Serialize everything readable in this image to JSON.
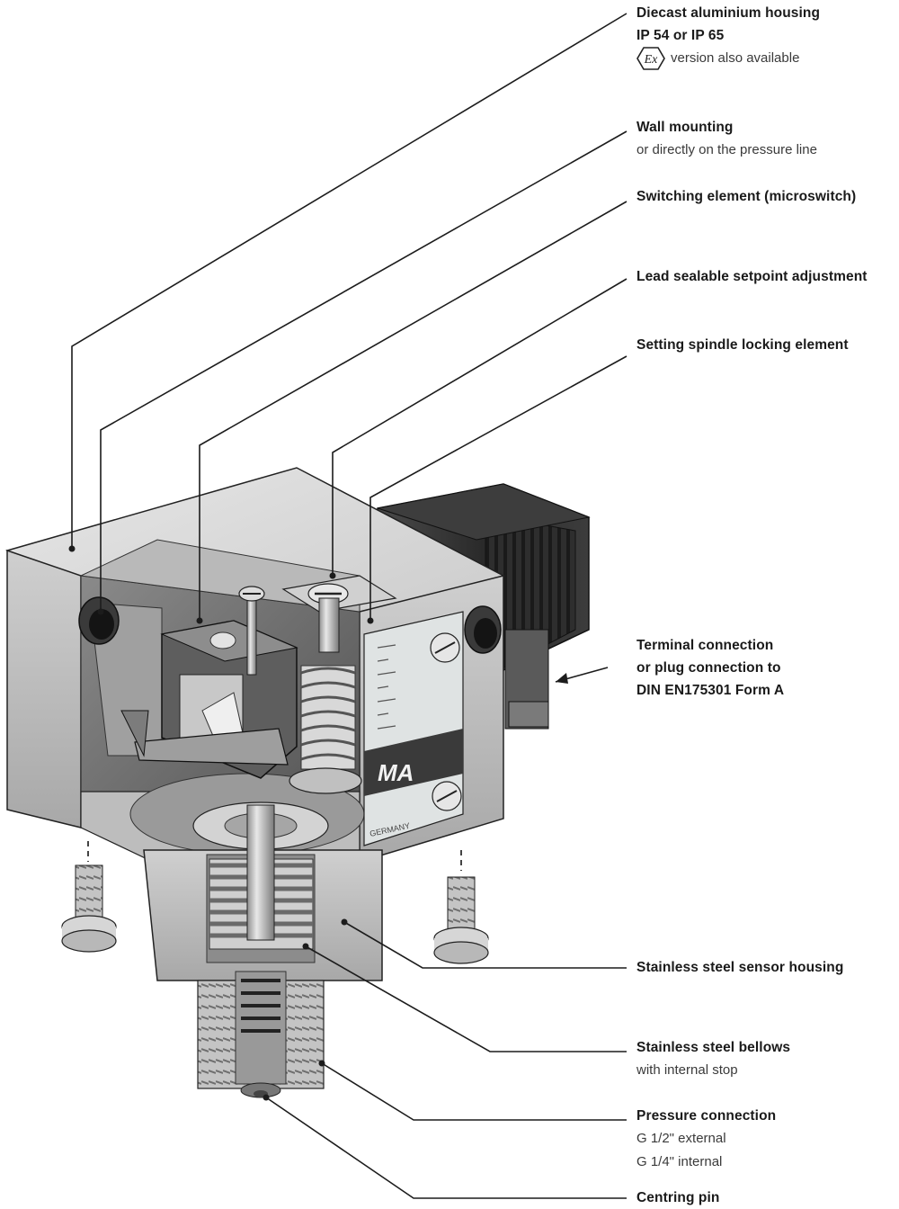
{
  "callouts": [
    {
      "id": "housing",
      "title": "Diecast aluminium housing",
      "lines": [
        "IP 54 or IP 65"
      ],
      "ex_note": "version also available",
      "ex_symbol": "Ex"
    },
    {
      "id": "wall",
      "title": "Wall mounting",
      "lines": [
        "or directly on the pressure line"
      ]
    },
    {
      "id": "switch",
      "title": "Switching element (microswitch)",
      "lines": []
    },
    {
      "id": "setpoint",
      "title": "Lead sealable setpoint adjustment",
      "lines": []
    },
    {
      "id": "spindle",
      "title": "Setting spindle locking element",
      "lines": []
    },
    {
      "id": "terminal",
      "title": "Terminal connection",
      "lines": [
        "or plug connection to",
        "DIN EN175301 Form A"
      ]
    },
    {
      "id": "sensor",
      "title": "Stainless steel sensor housing",
      "lines": []
    },
    {
      "id": "bellows",
      "title": "Stainless steel bellows",
      "lines": [
        "with internal stop"
      ]
    },
    {
      "id": "pressure",
      "title": "Pressure connection",
      "lines": [
        "G 1/2\" external",
        "G 1/4\" internal"
      ]
    },
    {
      "id": "pin",
      "title": "Centring pin",
      "lines": []
    }
  ],
  "device_marking": {
    "brand_fragment": "MA",
    "country": "GERMANY"
  },
  "colors": {
    "line": "#1c1c1c",
    "metal_light": "#d4d4d4",
    "metal_mid": "#a9a9a9",
    "metal_dark": "#6b6b6b",
    "plug": "#2b2b2b"
  }
}
